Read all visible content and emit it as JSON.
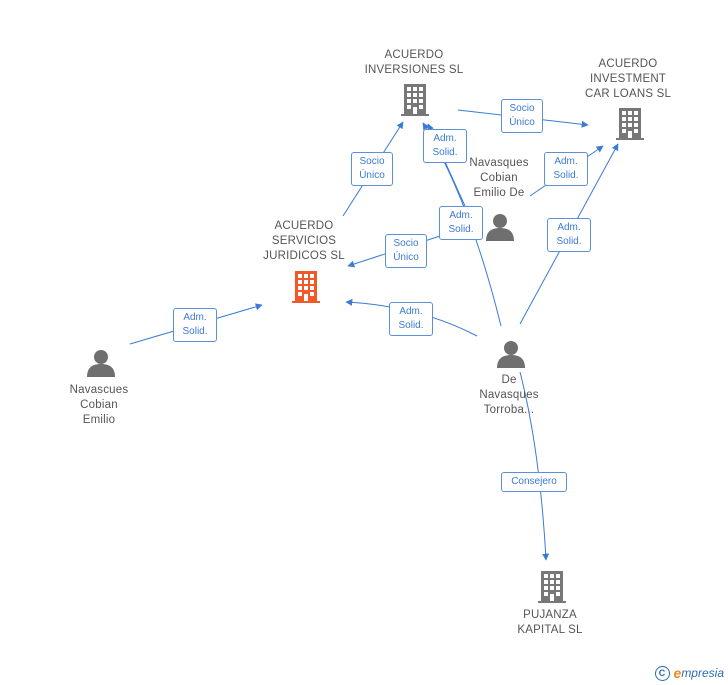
{
  "colors": {
    "edge": "#3a7bd5",
    "company": "#777777",
    "highlight": "#f05a28",
    "person": "#6f6f6f"
  },
  "nodes": {
    "acuerdo_inversiones": [
      "ACUERDO",
      "INVERSIONES SL"
    ],
    "acuerdo_investment": [
      "ACUERDO",
      "INVESTMENT",
      "CAR LOANS SL"
    ],
    "acuerdo_servicios": [
      "ACUERDO",
      "SERVICIOS",
      "JURIDICOS SL"
    ],
    "navasques_emilio_de": [
      "Navasques",
      "Cobian",
      "Emilio De"
    ],
    "navascues_emilio": [
      "Navascues",
      "Cobian",
      "Emilio"
    ],
    "de_navasques": [
      "De",
      "Navasques",
      "Torroba..."
    ],
    "pujanza": [
      "PUJANZA",
      "KAPITAL SL"
    ]
  },
  "edges": {
    "socio_unico_1": [
      "Socio",
      "Único"
    ],
    "socio_unico_2": [
      "Socio",
      "Único"
    ],
    "socio_unico_3": [
      "Socio",
      "Único"
    ],
    "adm_solid_1": [
      "Adm.",
      "Solid."
    ],
    "adm_solid_2": [
      "Adm.",
      "Solid."
    ],
    "adm_solid_3": [
      "Adm.",
      "Solid."
    ],
    "adm_solid_4": [
      "Adm.",
      "Solid."
    ],
    "adm_solid_5": [
      "Adm.",
      "Solid."
    ],
    "adm_solid_6": [
      "Adm.",
      "Solid."
    ],
    "consejero": [
      "Consejero"
    ]
  },
  "footer": {
    "copyright": "C",
    "brand_initial": "e",
    "brand_rest": "mpresia"
  }
}
